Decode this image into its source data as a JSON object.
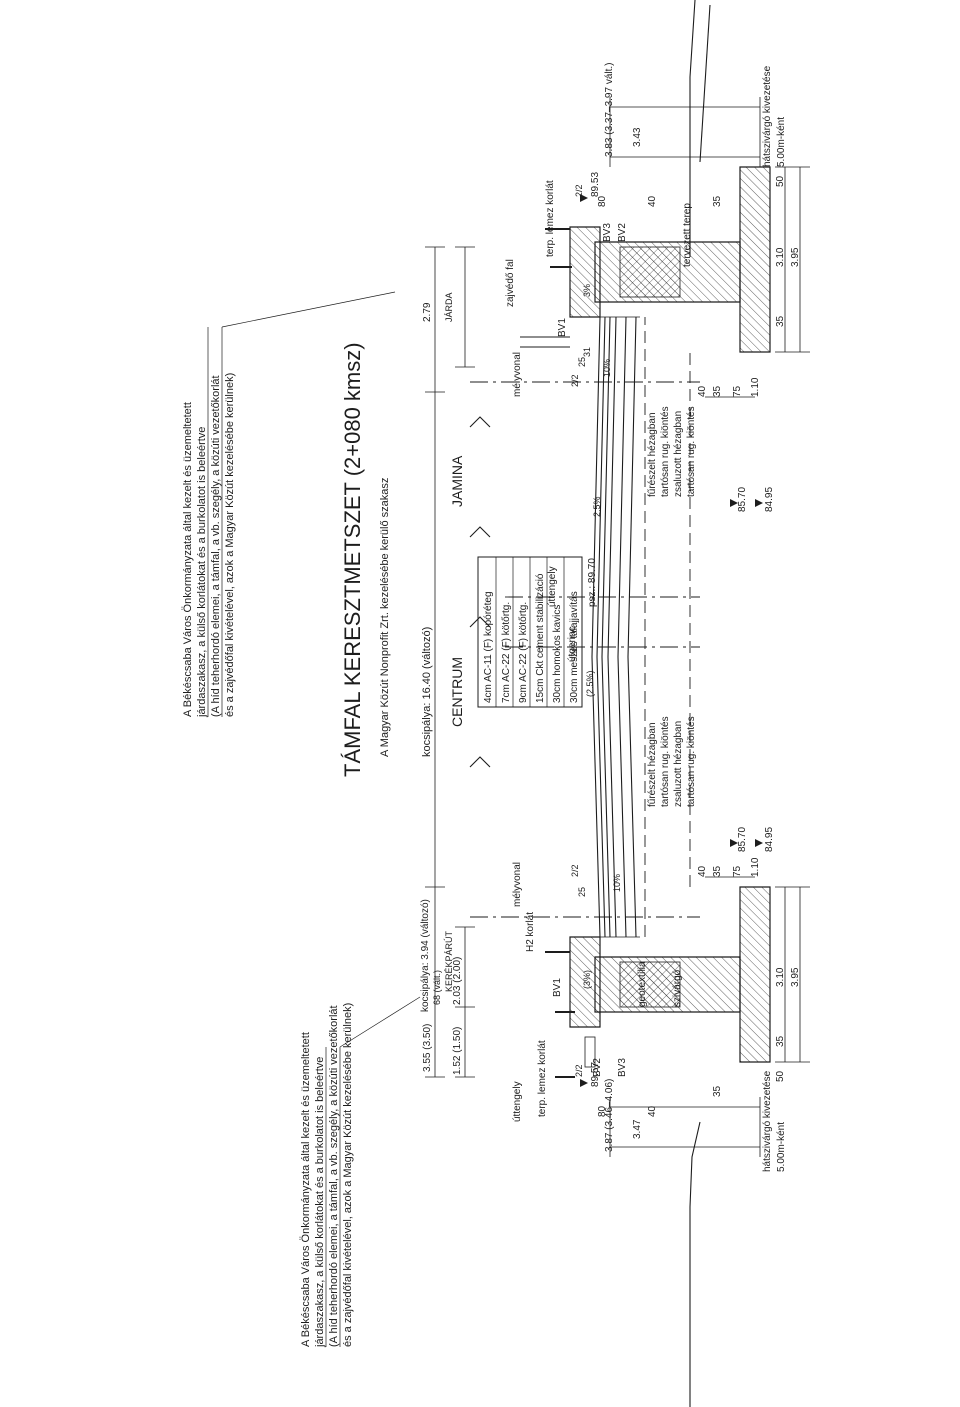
{
  "notes": {
    "left": [
      "A Békéscsaba Város Önkormányzata által kezelt és üzemeltetett",
      "járdaszakasz, a külső korlátokat és a burkolatot is beleértve",
      "(A híd teherhordó elemei, a támfal, a vb. szegély, a közúti vezetőkorlát",
      "és a zajvédőfal kivételével, azok a Magyar Közút kezelésébe kerülnek)"
    ],
    "right": [
      "A Békéscsaba Város Önkormányzata által kezelt és üzemeltetett",
      "járdaszakasz, a külső korlátokat és a burkolatot is beleértve",
      "(A híd teherhordó elemei, a támfal, a vb. szegély, a közúti vezetőkorlát",
      "és a zajvédőfal kivételével, azok a Magyar Közút kezelésébe kerülnek)"
    ]
  },
  "title": {
    "main": "TÁMFAL KERESZTMETSZET (2+080 kmsz)",
    "sub": "A Magyar Közút Nonprofit Zrt. kezelésébe kerülő szakasz"
  },
  "dims": {
    "kocsipalya_main": "kocsipálya: 16.40 (változó)",
    "kocsipalya_left": "kocsipálya: 3.94 (változó)",
    "d355": "3.55 (3.50)",
    "d68": "68 (vált.)",
    "d152": "1.52 (1.50)",
    "d203": "2.03 (2.00)",
    "d279": "2.79",
    "d387": "3.87 (3.46–4.06)",
    "d347": "3.47",
    "d383": "3.83 (3.37–3.97 vált.)",
    "d343": "3.43",
    "d80l": "80",
    "d80r": "80",
    "d40a": "40",
    "d40b": "40",
    "d40c": "40",
    "d40d": "40",
    "d35a": "35",
    "d35b": "35",
    "d35c": "35",
    "d35d": "35",
    "d35e": "35",
    "d35f": "35",
    "d75a": "75",
    "d75b": "75",
    "d110a": "1.10",
    "d110b": "1.10",
    "d50a": "50",
    "d50b": "50",
    "d310a": "3.10",
    "d310b": "3.10",
    "d395a": "3.95",
    "d395b": "3.95",
    "d25a": "25",
    "d25b": "25",
    "d22": "2/2",
    "d22b": "2/2",
    "d22c": "2/2",
    "d22d": "2/2",
    "d31": "31"
  },
  "labels": {
    "kerekparut": "KERÉKPÁRÚT",
    "centrum": "CENTRUM",
    "jamina": "JAMINA",
    "jarda": "JÁRDA",
    "h2": "H2 korlát",
    "terp_left": "terp. lemez korlát",
    "terp_right": "terp. lemez korlát",
    "bv1l": "BV1",
    "bv1r": "BV1",
    "bv2l": "BV2",
    "bv2r": "BV2",
    "bv3l": "BV3",
    "bv3r": "BV3",
    "geotextilia": "geotextília",
    "szivargo": "szivárgó",
    "hatszivargo_l": "hátszivárgó kivezetése",
    "hatszivargo_r": "hátszivárgó kivezetése",
    "otkent_l": "5.00m-ként",
    "otkent_r": "5.00m-ként",
    "utengely": "úttengely",
    "utengely_r": "úttengely",
    "utgerinc": "útgerinc",
    "melyvonal_l": "mélyvonal",
    "melyvonal_c": "mélyvonal",
    "melyvonal_r": "mélyvonal",
    "zajvedo": "zajvédő fal",
    "tervezett": "tervezett terep",
    "psz": "psz.: 89.70",
    "pct3l": "(3%)",
    "pct3r": "3%",
    "pct25a": "(2.5%)",
    "pct25b": "2.5%",
    "pct10a": "10%",
    "pct10b": "10%",
    "elev8957": "89.57",
    "elev8953": "89.53",
    "elev8570l": "85.70",
    "elev8495l": "84.95",
    "elev8570r": "85.70",
    "elev8495r": "84.95",
    "fureszelt1": "fűrészelt hézagban",
    "tartosan1": "tartósan rug. kiöntés",
    "zsaluzott1": "zsaluzott hézagban",
    "tartosan2": "tartósan rug. kiöntés",
    "fureszelt2": "fűrészelt hézagban",
    "tartosan3": "tartósan rug. kiöntés",
    "zsaluzott2": "zsaluzott hézagban",
    "tartosan4": "tartósan rug. kiöntés"
  },
  "layers": [
    "4cm AC-11 (F) kopóréteg",
    "7cm AC-22 (F) kötőrtg.",
    "9cm AC-22 (F) kötőrtg.",
    "15cm Ckt cement stabilizáció",
    "30cm homokos kavics",
    "30cm meszes talajjavítás"
  ],
  "colors": {
    "ink": "#1d1d1d",
    "paper": "#ffffff"
  }
}
